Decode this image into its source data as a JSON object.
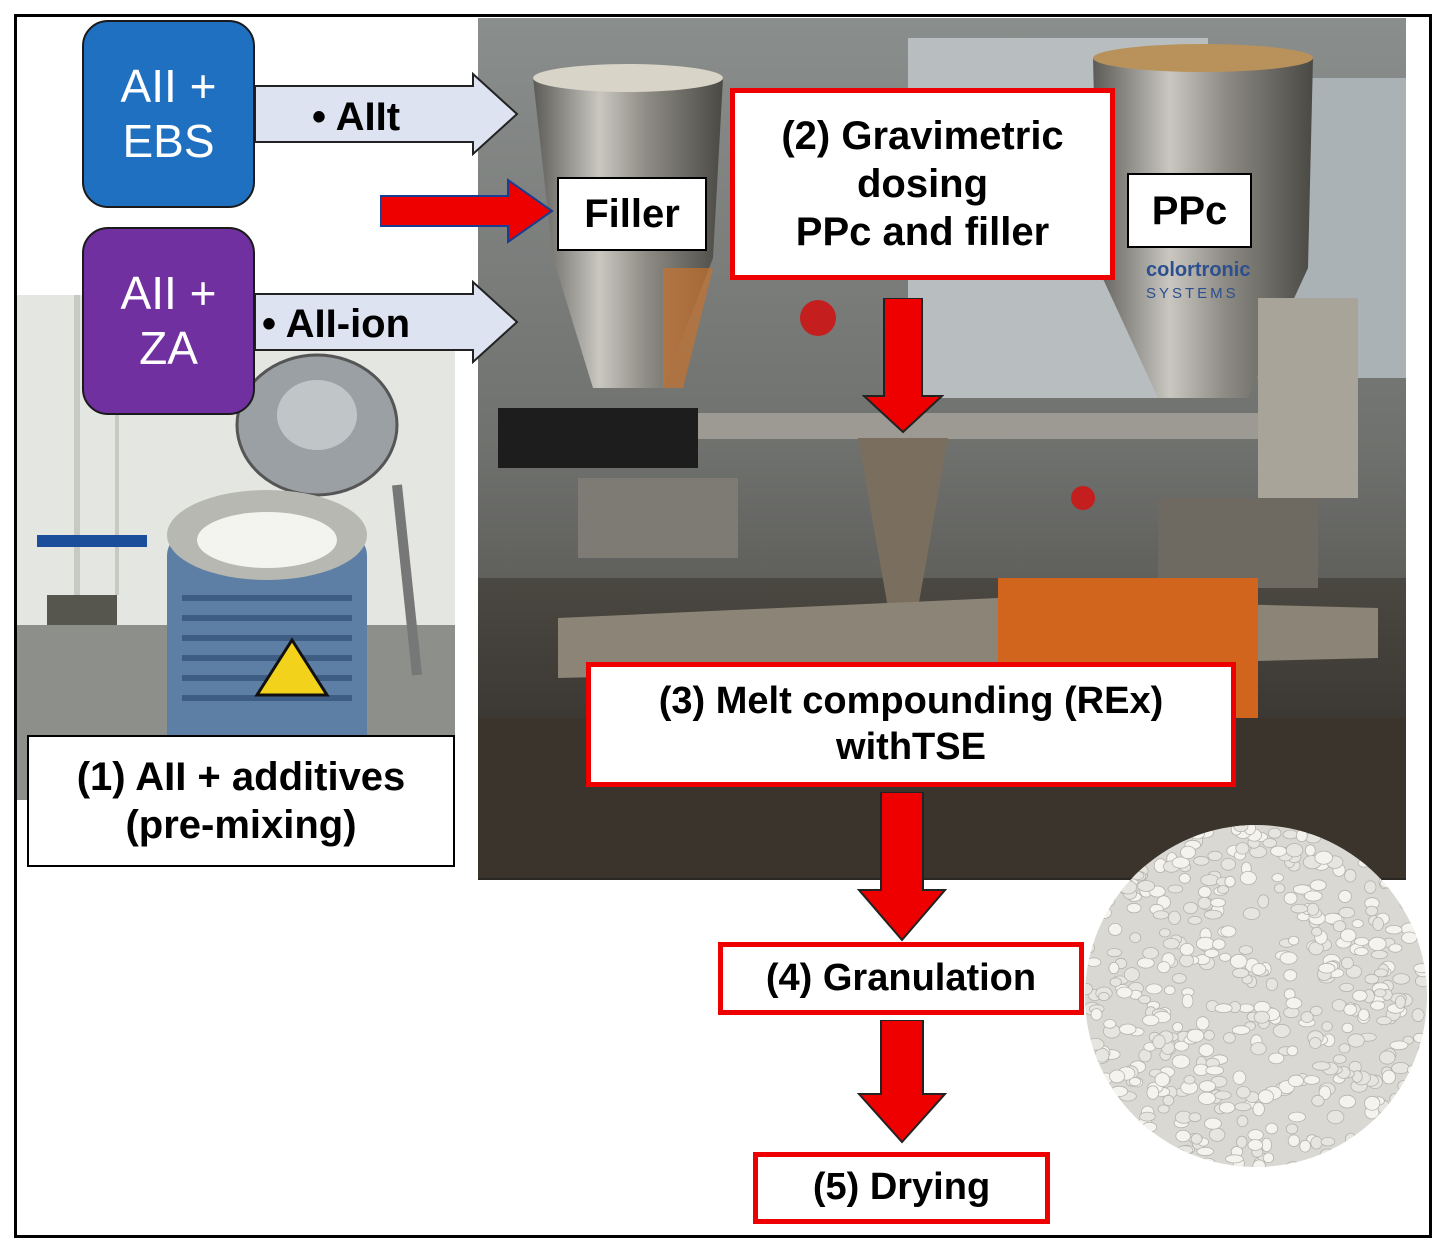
{
  "tiles": {
    "ebs": {
      "line1": "AII +",
      "line2": "EBS",
      "color": "#1f70c1"
    },
    "za": {
      "line1": "AII +",
      "line2": "ZA",
      "color": "#7030a0"
    }
  },
  "arrows": {
    "ebs_label": "• AIIt",
    "za_label": "• AII-ion",
    "arrow_fill": "#dde3f0",
    "flow_color": "#ee0000"
  },
  "labels": {
    "filler": "Filler",
    "ppc": "PPc",
    "step2": [
      "(2) Gravimetric",
      "dosing",
      "PPc and filler"
    ],
    "step1": [
      "(1) AII + additives",
      "(pre-mixing)"
    ],
    "step3": [
      "(3) Melt compounding (REx)",
      "withTSE"
    ],
    "step4": "(4) Granulation",
    "step5": "(5) Drying"
  },
  "photo_text": {
    "brand": "colortronic",
    "brand_sub": "SYSTEMS"
  }
}
